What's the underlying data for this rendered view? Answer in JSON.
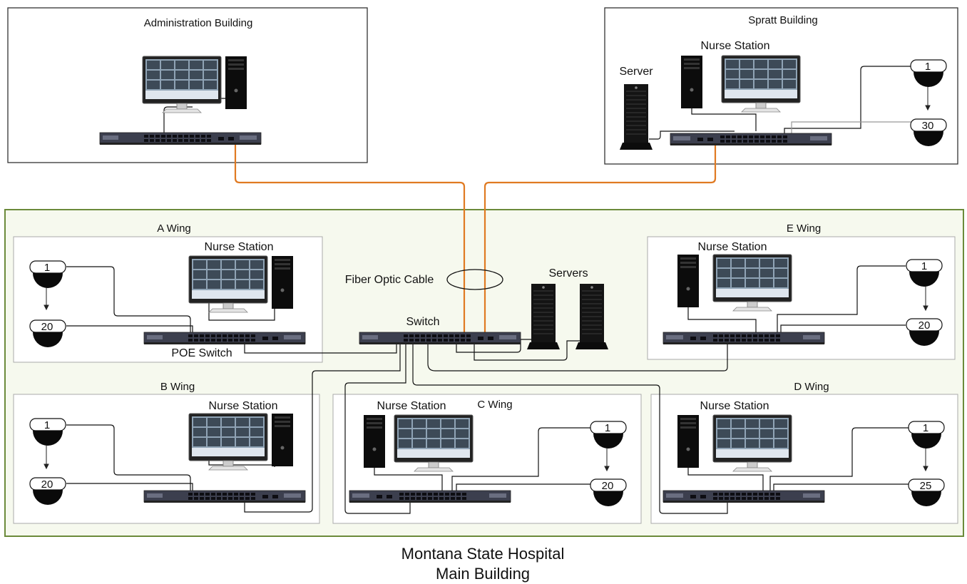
{
  "buildings": {
    "admin": {
      "title": "Administration Building"
    },
    "spratt": {
      "title": "Spratt Building",
      "nurse_station": "Nurse Station",
      "server": "Server",
      "cams": [
        "1",
        "30"
      ]
    }
  },
  "main": {
    "footer_line1": "Montana State Hospital",
    "footer_line2": "Main Building",
    "fiber_label": "Fiber Optic Cable",
    "switch_label": "Switch",
    "servers_label": "Servers",
    "poe_label": "POE Switch"
  },
  "wings": [
    {
      "key": "a",
      "title": "A Wing",
      "nurse_station": "Nurse Station",
      "cams": [
        "1",
        "20"
      ]
    },
    {
      "key": "b",
      "title": "B Wing",
      "nurse_station": "Nurse Station",
      "cams": [
        "1",
        "20"
      ]
    },
    {
      "key": "c",
      "title": "C Wing",
      "nurse_station": "Nurse Station",
      "cams": [
        "1",
        "20"
      ]
    },
    {
      "key": "d",
      "title": "D Wing",
      "nurse_station": "Nurse Station",
      "cams": [
        "1",
        "25"
      ]
    },
    {
      "key": "e",
      "title": "E Wing",
      "nurse_station": "Nurse Station",
      "cams": [
        "1",
        "20"
      ]
    }
  ],
  "colors": {
    "fiber": "#e07a22",
    "main_border": "#6b8a3a",
    "box_border": "#aaaaaa",
    "cable": "#111111"
  }
}
